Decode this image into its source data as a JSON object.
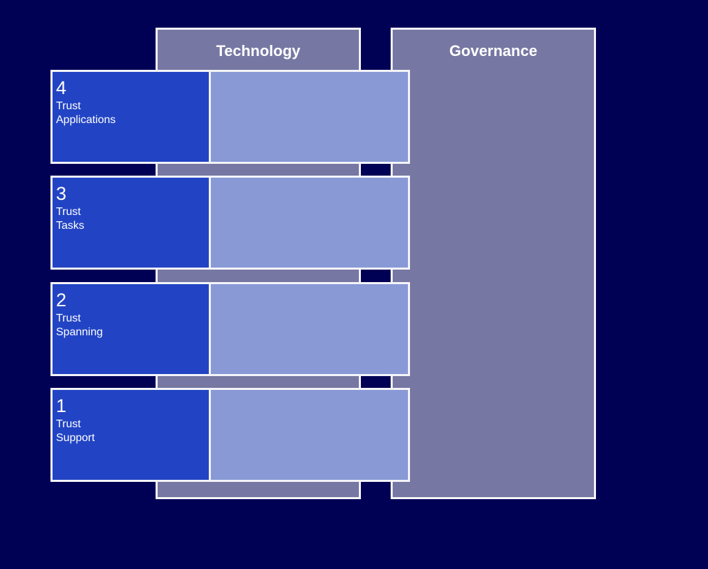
{
  "colors": {
    "background": "#000055",
    "row_fill": "#2244c4",
    "column_fill": "#7777a3",
    "overlap_fill": "#8899d6",
    "border": "#f4f4f8",
    "text": "#ffffff"
  },
  "columns": [
    {
      "id": "technology",
      "title": "Technology"
    },
    {
      "id": "governance",
      "title": "Governance"
    }
  ],
  "layers": [
    {
      "number": "4",
      "line1": "Trust",
      "line2": "Applications"
    },
    {
      "number": "3",
      "line1": "Trust",
      "line2": "Tasks"
    },
    {
      "number": "2",
      "line1": "Trust",
      "line2": "Spanning"
    },
    {
      "number": "1",
      "line1": "Trust",
      "line2": "Support"
    }
  ]
}
